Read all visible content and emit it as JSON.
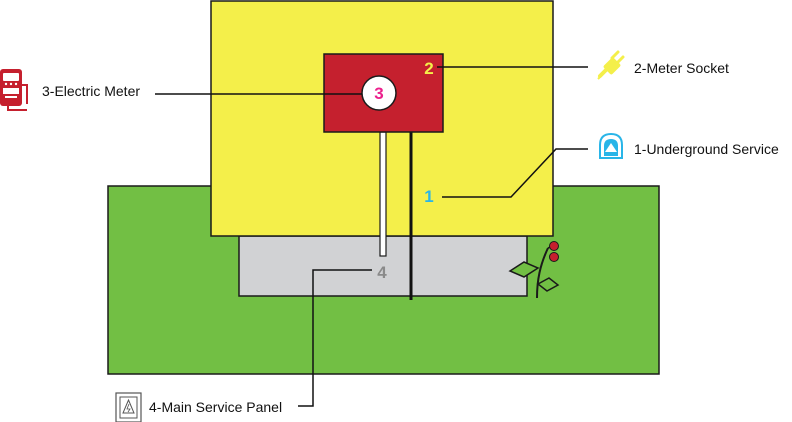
{
  "labels": {
    "meter": "3-Electric Meter",
    "socket": "2-Meter Socket",
    "underground": "1-Underground Service",
    "panel": "4-Main Service Panel"
  },
  "numbers": {
    "underground": "1",
    "socket": "2",
    "meter": "3",
    "panel": "4"
  },
  "colors": {
    "ground": "#72bf44",
    "wall": "#f4ef4a",
    "basement": "#d1d2d4",
    "meter_box": "#c5202e",
    "num_underground": "#29b5e8",
    "num_socket": "#f4ef4a",
    "num_meter": "#ec1f8c",
    "num_panel": "#8a8a8a"
  },
  "icons": {
    "meter": "electric-meter-icon",
    "socket": "plug-icon",
    "underground": "underground-service-icon",
    "panel": "service-panel-icon"
  }
}
